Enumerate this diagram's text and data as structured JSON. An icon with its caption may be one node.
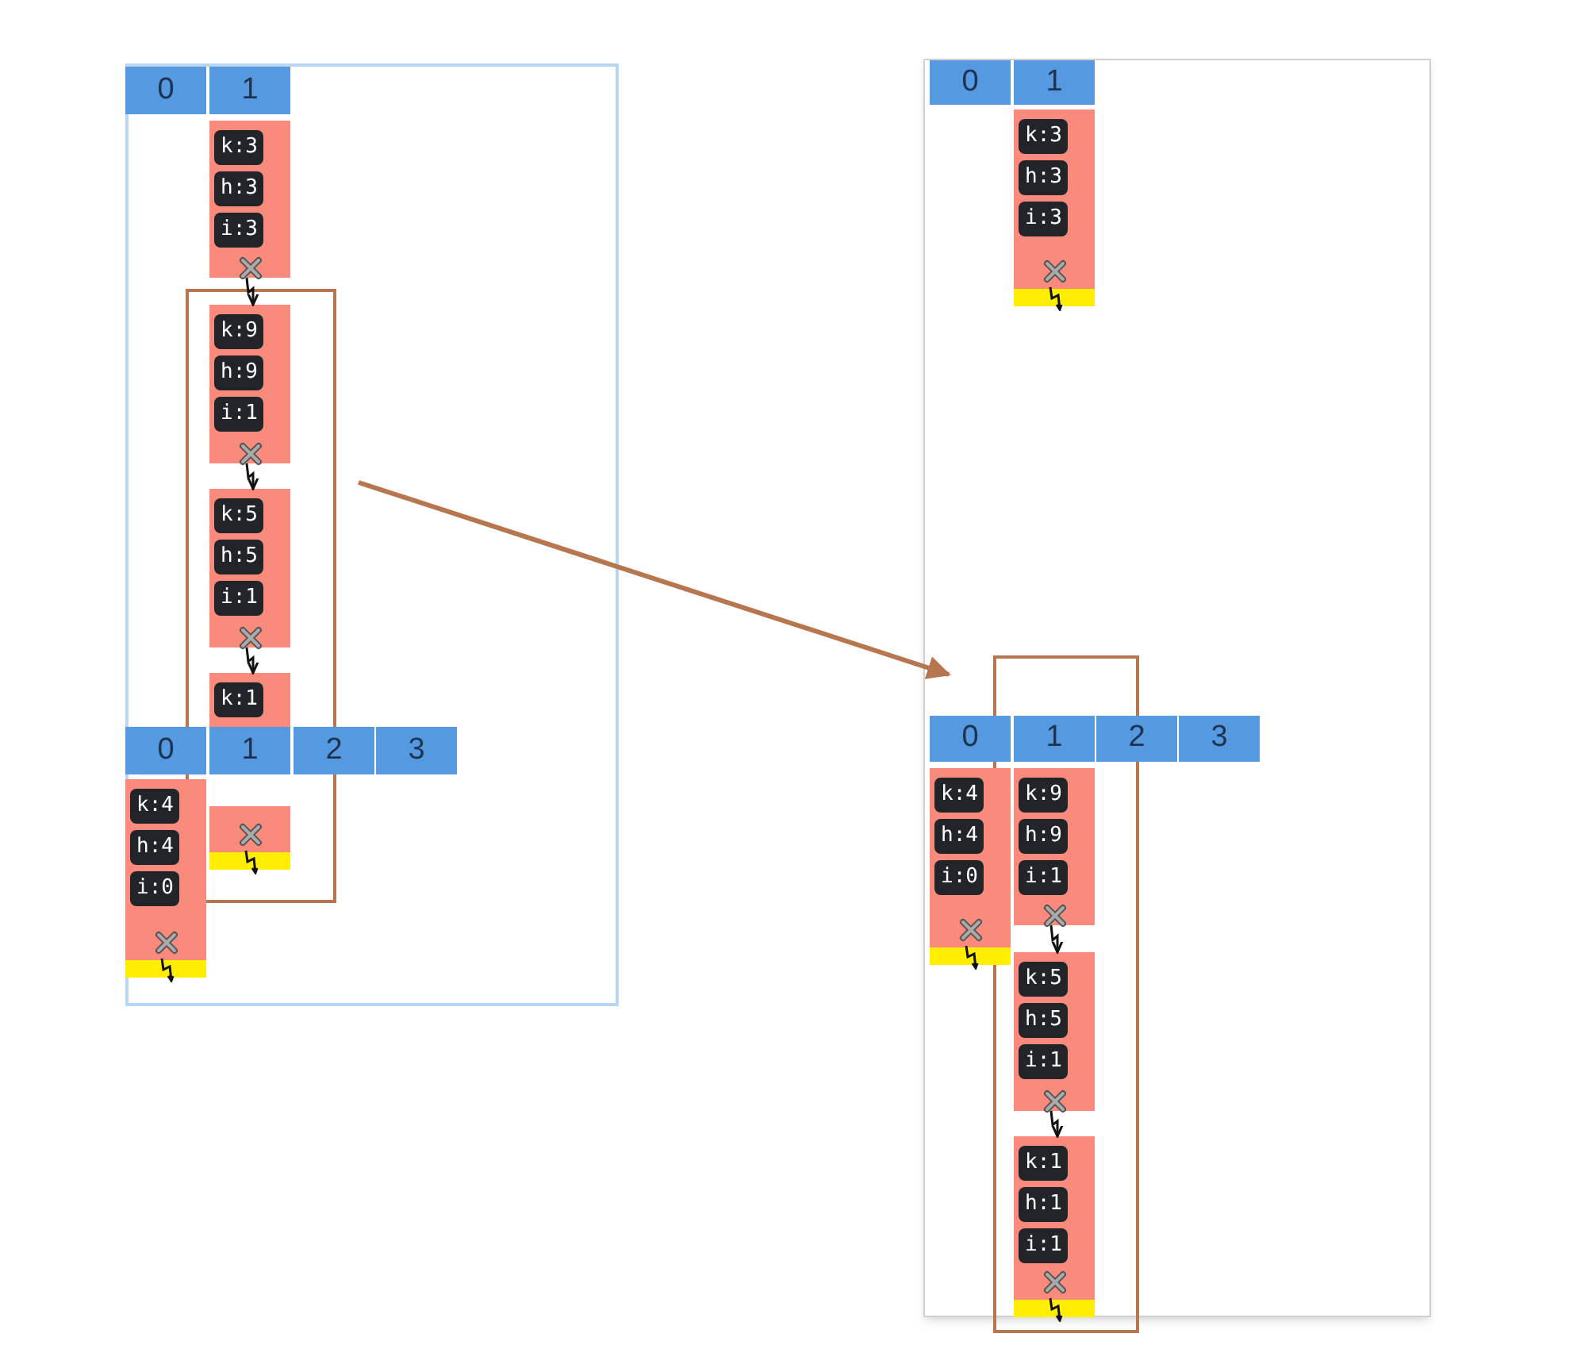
{
  "diagram": {
    "nodes": [
      {
        "text": [
          "0"
        ]
      },
      {
        "text": [
          "1"
        ]
      },
      {
        "text": [
          "k:3",
          "h:3",
          "i:3"
        ]
      },
      {
        "text": [],
        "shape": "box"
      },
      {
        "text": [
          "k:9",
          "h:9",
          "i:1"
        ],
        "in": 3
      },
      {
        "text": [
          "k:5",
          "h:5",
          "i:1"
        ],
        "in": 3
      },
      {
        "text": [
          "k:1"
        ],
        "in": 3
      },
      {
        "text": [
          "0"
        ]
      },
      {
        "text": [
          "1"
        ],
        "in": 3
      },
      {
        "text": [
          "2"
        ]
      },
      {
        "text": [
          "3"
        ]
      },
      {
        "text": [
          "k:4",
          "h:4",
          "i:0"
        ]
      },
      {
        "text": [],
        "shape": "box",
        "in": 3
      },
      {
        "text": [
          "0"
        ]
      },
      {
        "text": [
          "1"
        ]
      },
      {
        "text": [
          "k:3",
          "h:3",
          "i:3"
        ]
      },
      {
        "text": [],
        "shape": "box"
      },
      {
        "text": [
          "0"
        ]
      },
      {
        "text": [
          "1"
        ],
        "in": 16
      },
      {
        "text": [
          "2"
        ]
      },
      {
        "text": [
          "3"
        ]
      },
      {
        "text": [
          "k:4",
          "h:4",
          "i:0"
        ]
      },
      {
        "text": [
          "k:9",
          "h:9",
          "i:1"
        ],
        "in": 16
      },
      {
        "text": [
          "k:5",
          "h:5",
          "i:1"
        ],
        "in": 16
      },
      {
        "text": [
          "k:1",
          "h:1",
          "i:1"
        ],
        "in": 16
      }
    ],
    "edges": [
      {
        "from": 3,
        "to": 16,
        "arrow": "to",
        "style": "thick",
        "color": "#b8764f"
      },
      {
        "from": 2,
        "to": 4,
        "arrow": "to"
      },
      {
        "from": 4,
        "to": 5,
        "arrow": "to"
      },
      {
        "from": 5,
        "to": 6,
        "arrow": "to"
      },
      {
        "from": 22,
        "to": 23,
        "arrow": "to"
      },
      {
        "from": 23,
        "to": 24,
        "arrow": "to"
      }
    ]
  }
}
